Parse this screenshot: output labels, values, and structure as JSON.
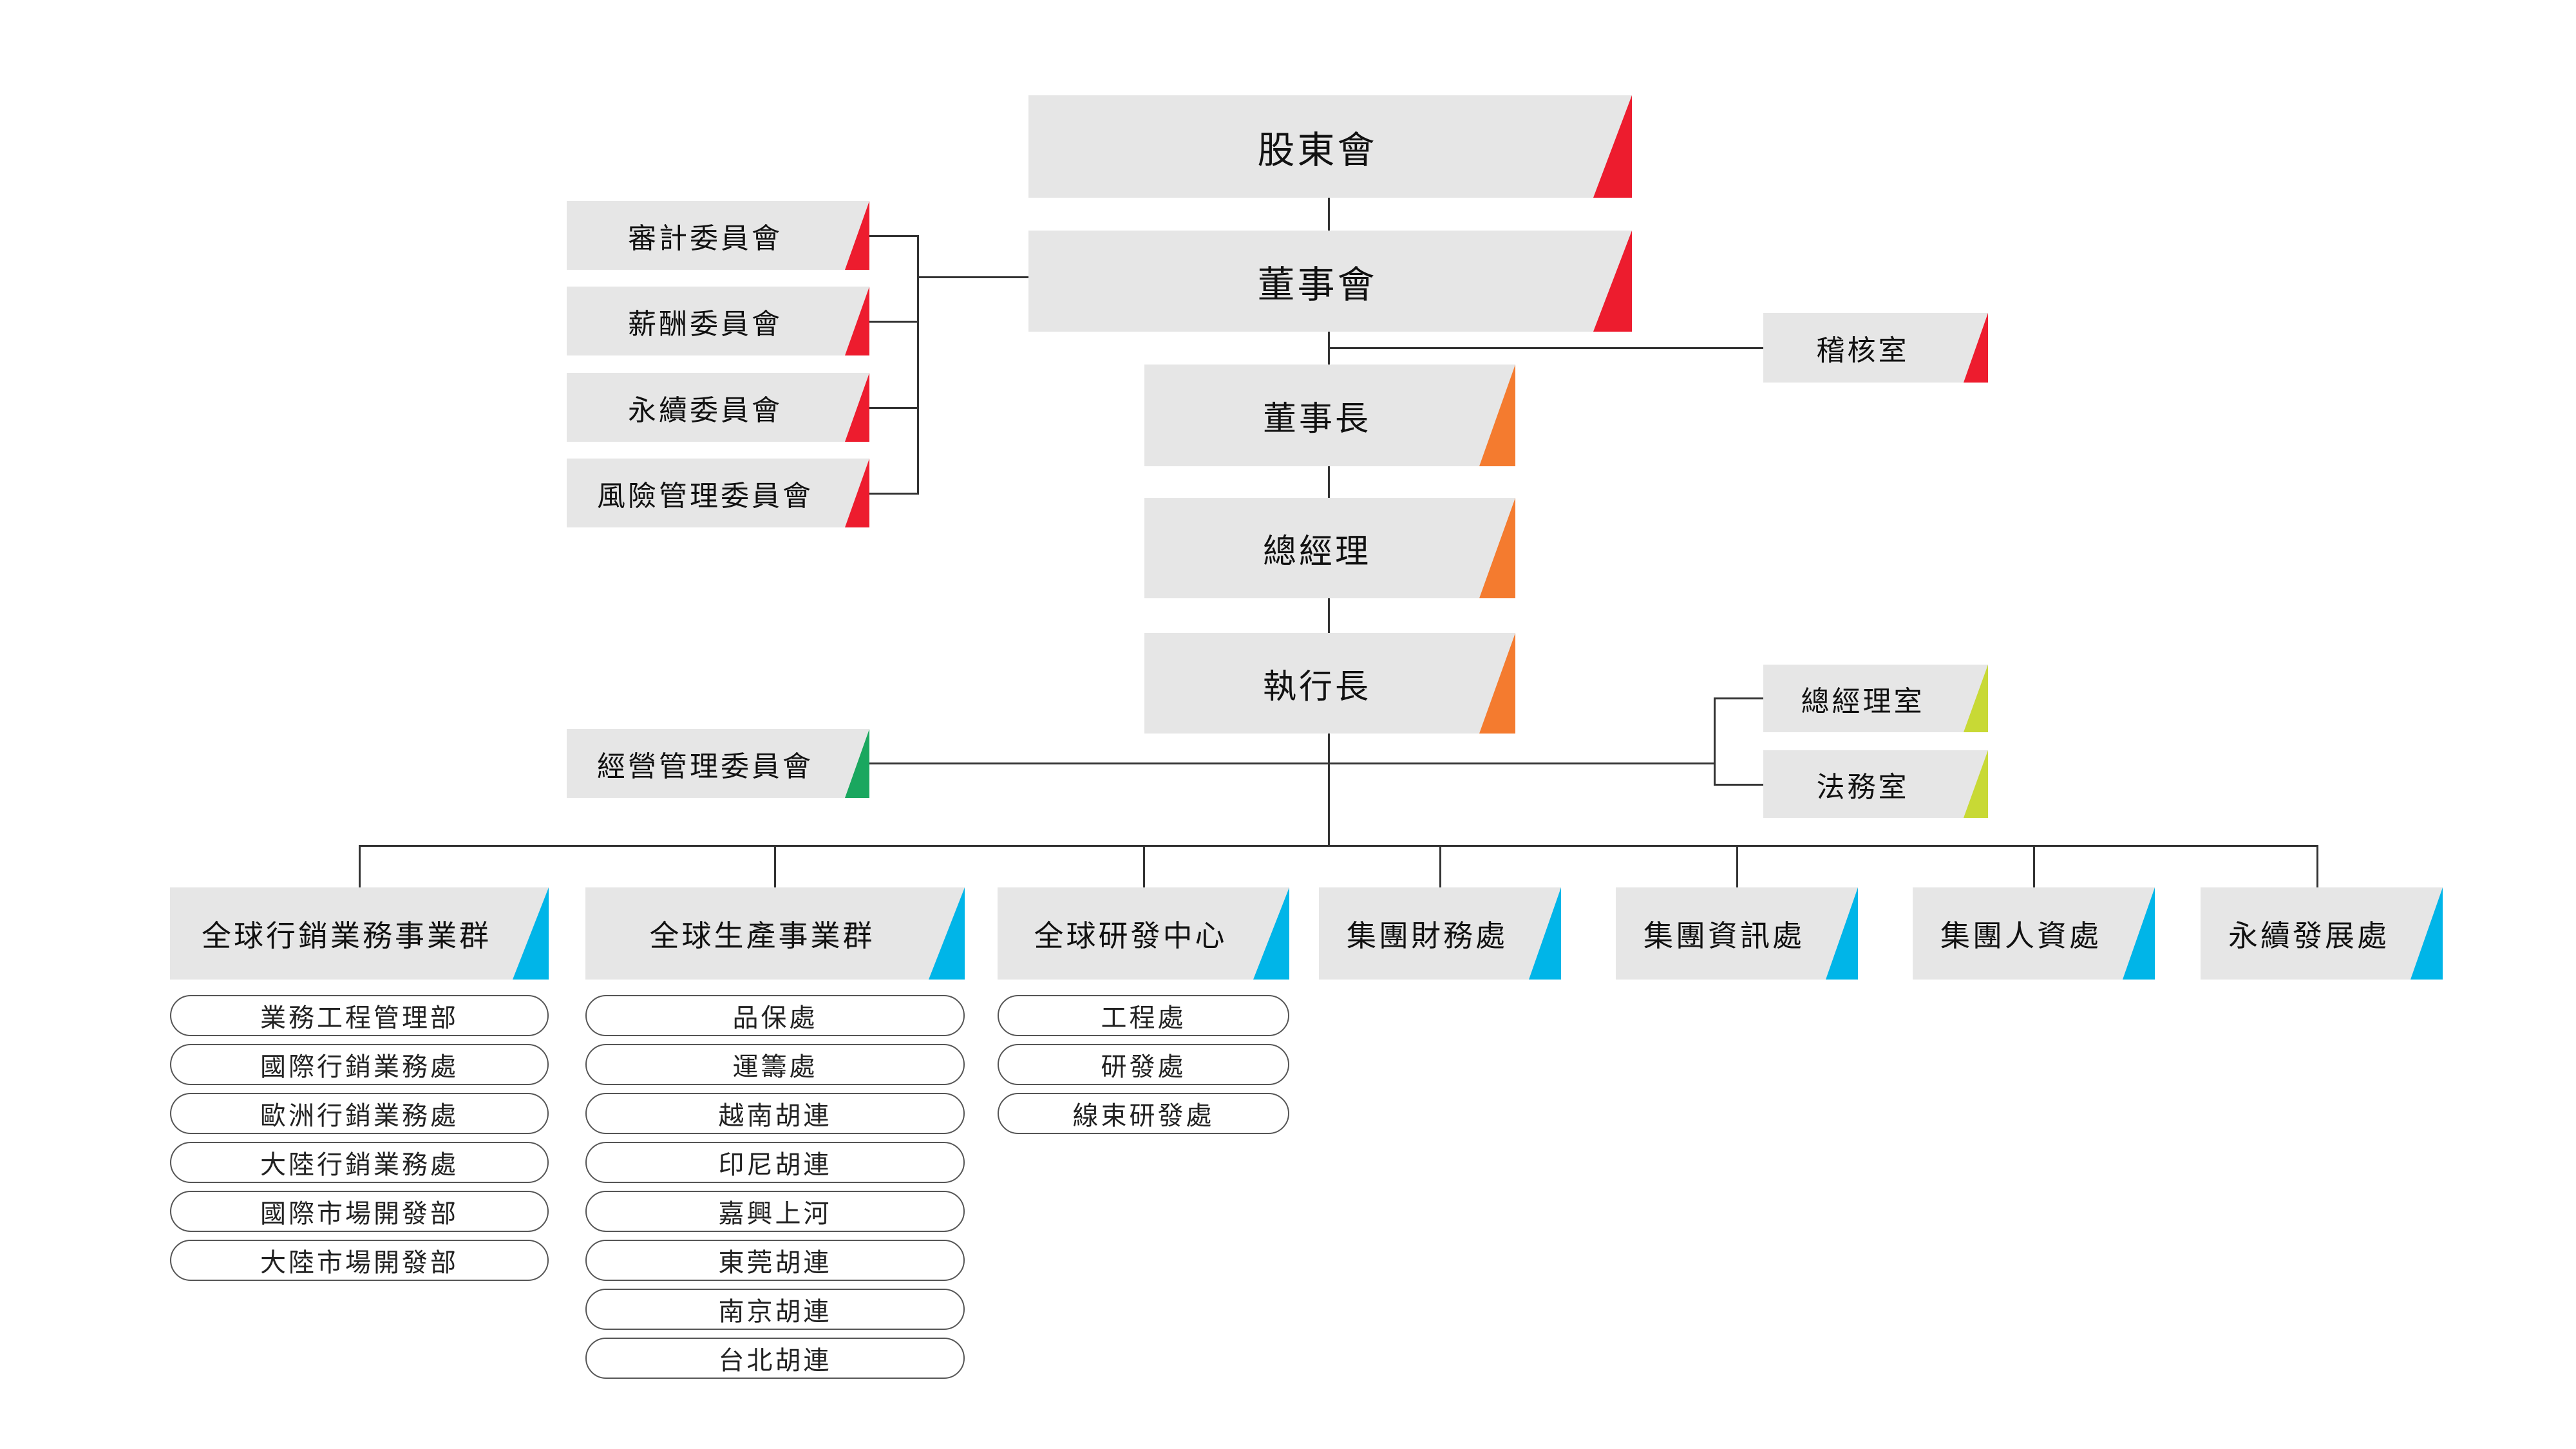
{
  "colors": {
    "box_bg": "#e6e6e6",
    "governance": "#ed1c2e",
    "executive": "#f47b2f",
    "staff_office": "#c8d935",
    "management_committee": "#1aa75f",
    "business_unit": "#00b5e8",
    "connector": "#333333"
  },
  "top": {
    "shareholders": "股東會",
    "board": "董事會",
    "audit_office": "稽核室"
  },
  "board_committees": [
    "審計委員會",
    "薪酬委員會",
    "永續委員會",
    "風險管理委員會"
  ],
  "executives": [
    "董事長",
    "總經理",
    "執行長"
  ],
  "staff_offices": [
    "總經理室",
    "法務室"
  ],
  "management_committee": "經營管理委員會",
  "groups": [
    {
      "name": "全球行銷業務事業群",
      "units": [
        "業務工程管理部",
        "國際行銷業務處",
        "歐洲行銷業務處",
        "大陸行銷業務處",
        "國際市場開發部",
        "大陸市場開發部"
      ]
    },
    {
      "name": "全球生產事業群",
      "units": [
        "品保處",
        "運籌處",
        "越南胡連",
        "印尼胡連",
        "嘉興上河",
        "東莞胡連",
        "南京胡連",
        "台北胡連"
      ]
    },
    {
      "name": "全球研發中心",
      "units": [
        "工程處",
        "研發處",
        "線束研發處"
      ]
    },
    {
      "name": "集團財務處",
      "units": []
    },
    {
      "name": "集團資訊處",
      "units": []
    },
    {
      "name": "集團人資處",
      "units": []
    },
    {
      "name": "永續發展處",
      "units": []
    }
  ]
}
